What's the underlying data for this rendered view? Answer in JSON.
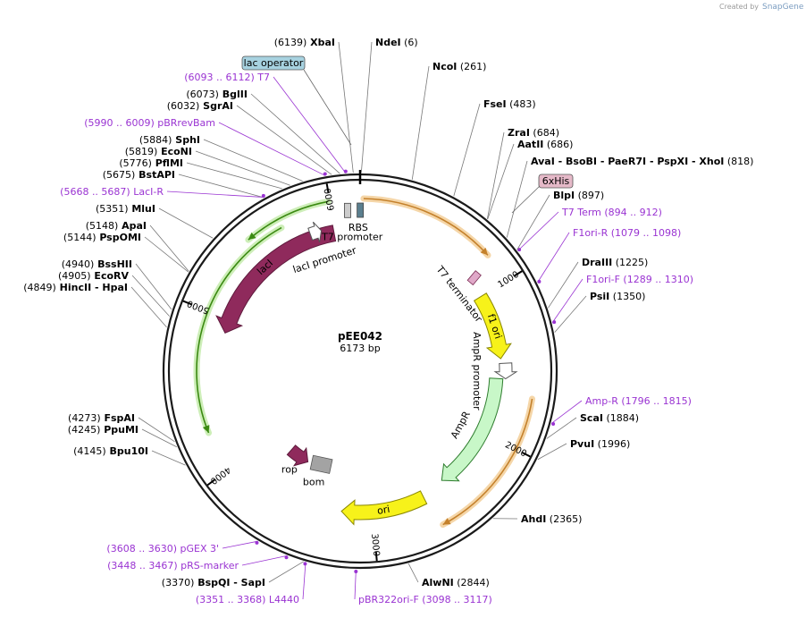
{
  "plasmid": {
    "name": "pEE042",
    "length_label": "6173 bp"
  },
  "credit": {
    "text": "Created by",
    "brand": "SnapGene"
  },
  "colors": {
    "backbone": "#1a1a1a",
    "primer": "#9a34d2",
    "cds_orange": "#c4812c",
    "lacI": "#8f2a5c",
    "rop": "#8f2a5c",
    "ori": "#f7f21a",
    "f1ori": "#f7f21a",
    "ampR": "#c8f7c8",
    "lacI_promoter_arc": "#3b8a12",
    "feature_box_lac": "#a7d2e0",
    "feature_box_his": "#e5b9c8"
  },
  "ticks": [
    {
      "pos": 1000,
      "label": "1000"
    },
    {
      "pos": 2000,
      "label": "2000"
    },
    {
      "pos": 3000,
      "label": "3000"
    },
    {
      "pos": 4000,
      "label": "4000"
    },
    {
      "pos": 5000,
      "label": "5000"
    },
    {
      "pos": 6000,
      "label": "6000"
    }
  ],
  "boxed_labels": [
    {
      "text": "lac operator",
      "kind": "lac"
    },
    {
      "text": "6xHis",
      "kind": "his"
    }
  ],
  "sites": [
    {
      "pos": 6139,
      "items": [
        {
          "t": "(6139)",
          "c": "n"
        },
        {
          "t": "XbaI",
          "c": "b"
        }
      ]
    },
    {
      "pos": 6,
      "items": [
        {
          "t": "NdeI",
          "c": "b"
        },
        {
          "t": "(6)",
          "c": "n"
        }
      ]
    },
    {
      "pos": 6102,
      "items": [
        {
          "t": "(6093 .. 6112)",
          "c": "p"
        },
        {
          "t": "T7",
          "c": "p"
        }
      ]
    },
    {
      "pos": 6073,
      "items": [
        {
          "t": "(6073)",
          "c": "n"
        },
        {
          "t": "BglII",
          "c": "b"
        }
      ]
    },
    {
      "pos": 6032,
      "items": [
        {
          "t": "(6032)",
          "c": "n"
        },
        {
          "t": "SgrAI",
          "c": "b"
        }
      ]
    },
    {
      "pos": 6000,
      "items": [
        {
          "t": "(5990 .. 6009)",
          "c": "p"
        },
        {
          "t": "pBRrevBam",
          "c": "p"
        }
      ]
    },
    {
      "pos": 5884,
      "items": [
        {
          "t": "(5884)",
          "c": "n"
        },
        {
          "t": "SphI",
          "c": "b"
        }
      ]
    },
    {
      "pos": 5819,
      "items": [
        {
          "t": "(5819)",
          "c": "n"
        },
        {
          "t": "EcoNI",
          "c": "b"
        }
      ]
    },
    {
      "pos": 5776,
      "items": [
        {
          "t": "(5776)",
          "c": "n"
        },
        {
          "t": "PflMI",
          "c": "b"
        }
      ]
    },
    {
      "pos": 5675,
      "items": [
        {
          "t": "(5675)",
          "c": "n"
        },
        {
          "t": "BstAPI",
          "c": "b"
        }
      ]
    },
    {
      "pos": 5678,
      "items": [
        {
          "t": "(5668 .. 5687)",
          "c": "p"
        },
        {
          "t": "LacI-R",
          "c": "p"
        }
      ]
    },
    {
      "pos": 5351,
      "items": [
        {
          "t": "(5351)",
          "c": "n"
        },
        {
          "t": "MluI",
          "c": "b"
        }
      ]
    },
    {
      "pos": 5148,
      "items": [
        {
          "t": "(5148)",
          "c": "n"
        },
        {
          "t": "ApaI",
          "c": "b"
        }
      ]
    },
    {
      "pos": 5144,
      "items": [
        {
          "t": "(5144)",
          "c": "n"
        },
        {
          "t": "PspOMI",
          "c": "b"
        }
      ]
    },
    {
      "pos": 4940,
      "items": [
        {
          "t": "(4940)",
          "c": "n"
        },
        {
          "t": "BssHII",
          "c": "b"
        }
      ]
    },
    {
      "pos": 4905,
      "items": [
        {
          "t": "(4905)",
          "c": "n"
        },
        {
          "t": "EcoRV",
          "c": "b"
        }
      ]
    },
    {
      "pos": 4849,
      "items": [
        {
          "t": "(4849)",
          "c": "n"
        },
        {
          "t": "HincII",
          "c": "b"
        },
        {
          "t": "- HpaI",
          "c": "b"
        }
      ]
    },
    {
      "pos": 4273,
      "items": [
        {
          "t": "(4273)",
          "c": "n"
        },
        {
          "t": "FspAI",
          "c": "b"
        }
      ]
    },
    {
      "pos": 4245,
      "items": [
        {
          "t": "(4245)",
          "c": "n"
        },
        {
          "t": "PpuMI",
          "c": "b"
        }
      ]
    },
    {
      "pos": 4145,
      "items": [
        {
          "t": "(4145)",
          "c": "n"
        },
        {
          "t": "Bpu10I",
          "c": "b"
        }
      ]
    },
    {
      "pos": 3619,
      "items": [
        {
          "t": "(3608 .. 3630)",
          "c": "p"
        },
        {
          "t": "pGEX 3'",
          "c": "p"
        }
      ]
    },
    {
      "pos": 3457,
      "items": [
        {
          "t": "(3448 .. 3467)",
          "c": "p"
        },
        {
          "t": "pRS-marker",
          "c": "p"
        }
      ]
    },
    {
      "pos": 3370,
      "items": [
        {
          "t": "(3370)",
          "c": "n"
        },
        {
          "t": "BspQI",
          "c": "b"
        },
        {
          "t": "- SapI",
          "c": "b"
        }
      ]
    },
    {
      "pos": 3360,
      "items": [
        {
          "t": "(3351 .. 3368)",
          "c": "p"
        },
        {
          "t": "L4440",
          "c": "p"
        }
      ]
    },
    {
      "pos": 3107,
      "items": [
        {
          "t": "pBR322ori-F",
          "c": "p"
        },
        {
          "t": "(3098 .. 3117)",
          "c": "p"
        }
      ]
    },
    {
      "pos": 2844,
      "items": [
        {
          "t": "AlwNI",
          "c": "b"
        },
        {
          "t": "(2844)",
          "c": "n"
        }
      ]
    },
    {
      "pos": 2365,
      "items": [
        {
          "t": "AhdI",
          "c": "b"
        },
        {
          "t": "(2365)",
          "c": "n"
        }
      ]
    },
    {
      "pos": 1996,
      "items": [
        {
          "t": "PvuI",
          "c": "b"
        },
        {
          "t": "(1996)",
          "c": "n"
        }
      ]
    },
    {
      "pos": 1884,
      "items": [
        {
          "t": "ScaI",
          "c": "b"
        },
        {
          "t": "(1884)",
          "c": "n"
        }
      ]
    },
    {
      "pos": 1805,
      "items": [
        {
          "t": "Amp-R",
          "c": "p"
        },
        {
          "t": "(1796 .. 1815)",
          "c": "p"
        }
      ]
    },
    {
      "pos": 1350,
      "items": [
        {
          "t": "PsiI",
          "c": "b"
        },
        {
          "t": "(1350)",
          "c": "n"
        }
      ]
    },
    {
      "pos": 1300,
      "items": [
        {
          "t": "F1ori-F",
          "c": "p"
        },
        {
          "t": "(1289 .. 1310)",
          "c": "p"
        }
      ]
    },
    {
      "pos": 1225,
      "items": [
        {
          "t": "DraIII",
          "c": "b"
        },
        {
          "t": "(1225)",
          "c": "n"
        }
      ]
    },
    {
      "pos": 1088,
      "items": [
        {
          "t": "F1ori-R",
          "c": "p"
        },
        {
          "t": "(1079 .. 1098)",
          "c": "p"
        }
      ]
    },
    {
      "pos": 903,
      "items": [
        {
          "t": "T7 Term",
          "c": "p"
        },
        {
          "t": "(894 .. 912)",
          "c": "p"
        }
      ]
    },
    {
      "pos": 897,
      "items": [
        {
          "t": "BlpI",
          "c": "b"
        },
        {
          "t": "(897)",
          "c": "n"
        }
      ]
    },
    {
      "pos": 818,
      "items": [
        {
          "t": "AvaI",
          "c": "b"
        },
        {
          "t": "- BsoBI",
          "c": "b"
        },
        {
          "t": "- PaeR7I",
          "c": "b"
        },
        {
          "t": "- PspXI",
          "c": "b"
        },
        {
          "t": "- XhoI",
          "c": "b"
        },
        {
          "t": "(818)",
          "c": "n"
        }
      ]
    },
    {
      "pos": 686,
      "items": [
        {
          "t": "AatII",
          "c": "b"
        },
        {
          "t": "(686)",
          "c": "n"
        }
      ]
    },
    {
      "pos": 684,
      "items": [
        {
          "t": "ZraI",
          "c": "b"
        },
        {
          "t": "(684)",
          "c": "n"
        }
      ]
    },
    {
      "pos": 483,
      "items": [
        {
          "t": "FseI",
          "c": "b"
        },
        {
          "t": "(483)",
          "c": "n"
        }
      ]
    },
    {
      "pos": 261,
      "items": [
        {
          "t": "NcoI",
          "c": "b"
        },
        {
          "t": "(261)",
          "c": "n"
        }
      ]
    }
  ],
  "features": [
    {
      "name": "lacI",
      "start": 4900,
      "end": 5990,
      "strand": -1,
      "kind": "cds_lacI"
    },
    {
      "name": "lacI promoter",
      "start": 5830,
      "end": 5908,
      "strand": 1,
      "kind": "promoter_box"
    },
    {
      "name": "T7 promoter",
      "start": 6106,
      "end": 6125,
      "strand": 1,
      "kind": "promoter_tiny"
    },
    {
      "name": "RBS",
      "start": 6150,
      "end": 6170,
      "strand": 1,
      "kind": "rbs"
    },
    {
      "name": "T7 terminator",
      "start": 870,
      "end": 920,
      "strand": -1,
      "kind": "term"
    },
    {
      "name": "f1 ori",
      "start": 1000,
      "end": 1456,
      "strand": 1,
      "kind": "ori_yellow"
    },
    {
      "name": "AmpR promoter",
      "start": 1490,
      "end": 1595,
      "strand": 1,
      "kind": "promoter_box"
    },
    {
      "name": "AmpR",
      "start": 1596,
      "end": 2456,
      "strand": 1,
      "kind": "ampR"
    },
    {
      "name": "ori",
      "start": 2628,
      "end": 3217,
      "strand": 1,
      "kind": "ori_yellow"
    },
    {
      "name": "bom",
      "start": 3404,
      "end": 3544,
      "strand": 0,
      "kind": "bom"
    },
    {
      "name": "rop",
      "start": 3600,
      "end": 3792,
      "strand": -1,
      "kind": "rop"
    }
  ],
  "arcs": [
    {
      "start": 20,
      "end": 820,
      "kind": "orange_outer"
    },
    {
      "start": 1700,
      "end": 2600,
      "kind": "orange_inner"
    },
    {
      "start": 5480,
      "end": 5990,
      "kind": "green_outer"
    },
    {
      "start": 4250,
      "end": 5680,
      "kind": "green_inner"
    }
  ]
}
